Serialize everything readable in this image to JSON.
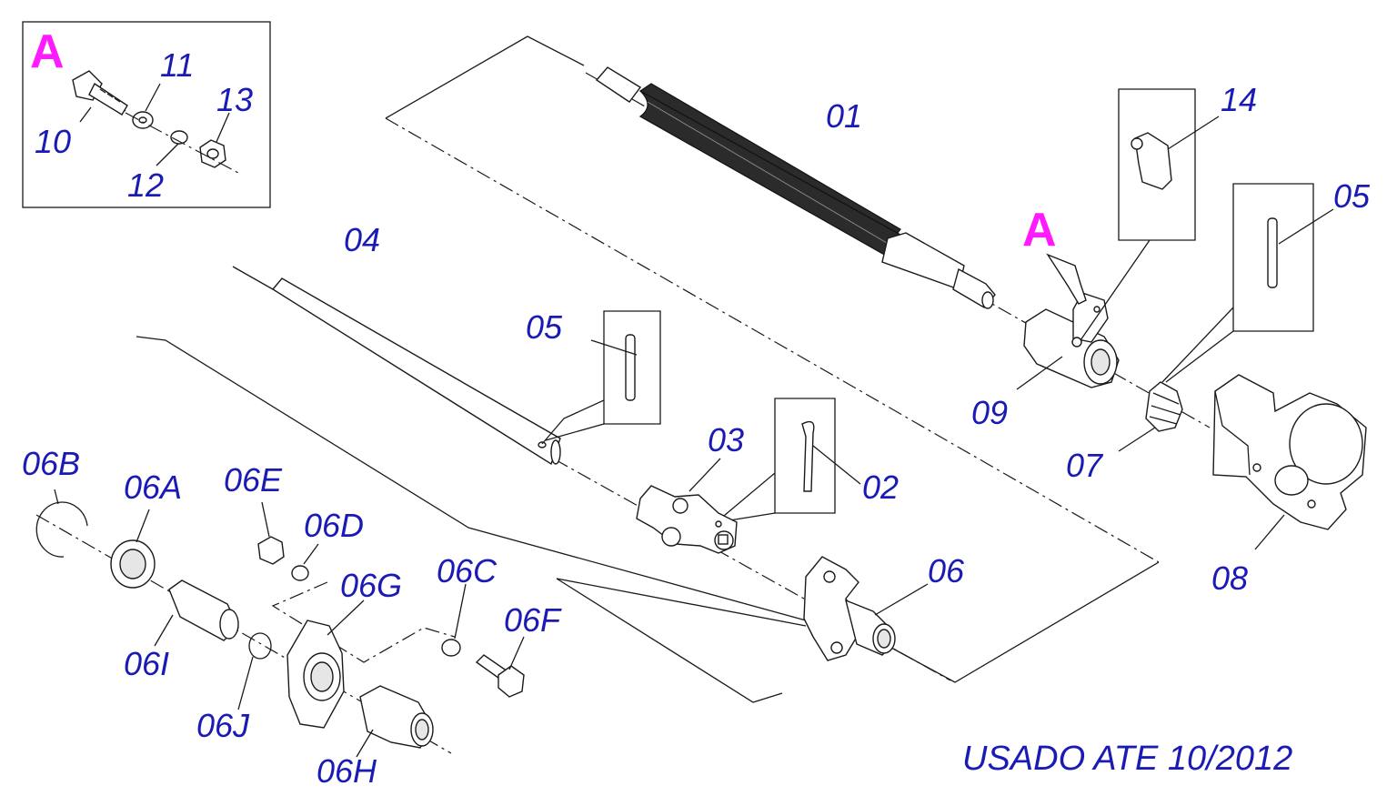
{
  "colors": {
    "label": "#1a1ab4",
    "detail_marker": "#ff1aff",
    "line": "#1a1a1a"
  },
  "detail": {
    "marker": "A",
    "labels": [
      "10",
      "11",
      "12",
      "13"
    ]
  },
  "callouts": {
    "p01": "01",
    "p02": "02",
    "p03": "03",
    "p04": "04",
    "p05a": "05",
    "p05b": "05",
    "p06": "06",
    "p07": "07",
    "p08": "08",
    "p09": "09",
    "p14": "14",
    "p06A": "06A",
    "p06B": "06B",
    "p06C": "06C",
    "p06D": "06D",
    "p06E": "06E",
    "p06F": "06F",
    "p06G": "06G",
    "p06H": "06H",
    "p06I": "06I",
    "p06J": "06J",
    "markerA": "A"
  },
  "note": "USADO ATE 10/2012"
}
